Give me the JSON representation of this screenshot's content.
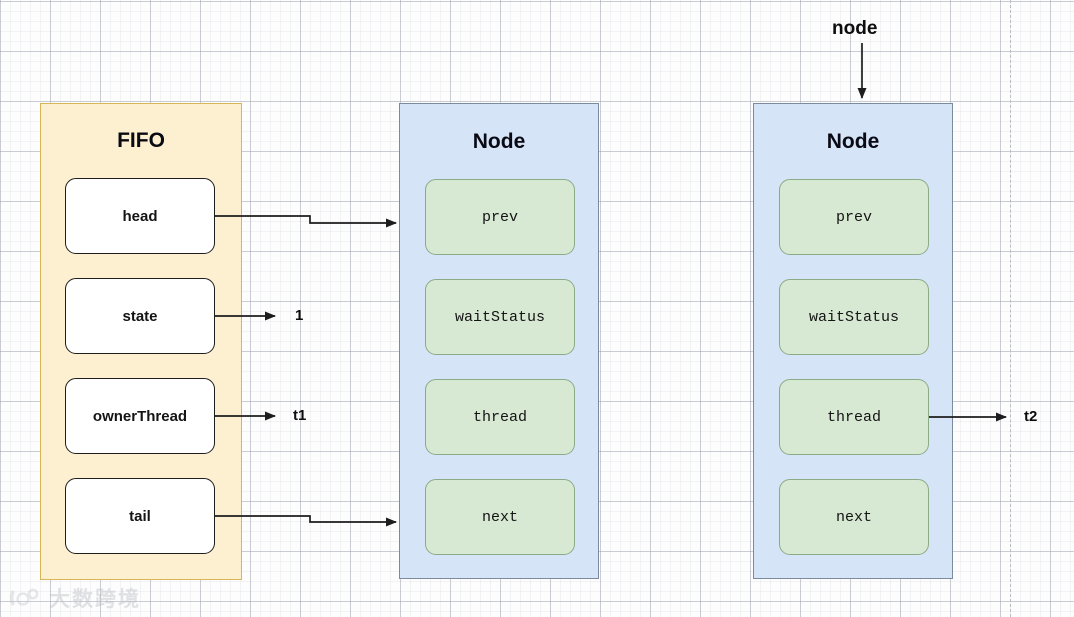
{
  "diagram": {
    "title_fifo": "FIFO",
    "title_node": "Node",
    "groups": [
      {
        "name": "fifo",
        "title": "FIFO",
        "fields": [
          "head",
          "state",
          "ownerThread",
          "tail"
        ]
      },
      {
        "name": "node-1",
        "title": "Node",
        "fields": [
          "prev",
          "waitStatus",
          "thread",
          "next"
        ]
      },
      {
        "name": "node-2",
        "title": "Node",
        "fields": [
          "prev",
          "waitStatus",
          "thread",
          "next"
        ]
      }
    ],
    "fifo_fields": {
      "head": "head",
      "state": "state",
      "ownerThread": "ownerThread",
      "tail": "tail"
    },
    "node1_fields": {
      "prev": "prev",
      "waitStatus": "waitStatus",
      "thread": "thread",
      "next": "next"
    },
    "node2_fields": {
      "prev": "prev",
      "waitStatus": "waitStatus",
      "thread": "thread",
      "next": "next"
    },
    "labels": {
      "state_value": "1",
      "owner_thread_value": "t1",
      "node2_thread_value": "t2",
      "node_pointer": "node"
    },
    "colors": {
      "fifo_fill": "#fdf0d0",
      "fifo_stroke": "#d6b656",
      "node_fill": "#d6e4f7",
      "node_stroke": "#7c8aa0",
      "field_green_fill": "#d7e8d3",
      "field_green_stroke": "#8bab87",
      "field_white_fill": "#ffffff",
      "field_white_stroke": "#1d1d1d",
      "connector": "#1d1d1d"
    }
  },
  "watermark": {
    "text": "大数跨境"
  }
}
